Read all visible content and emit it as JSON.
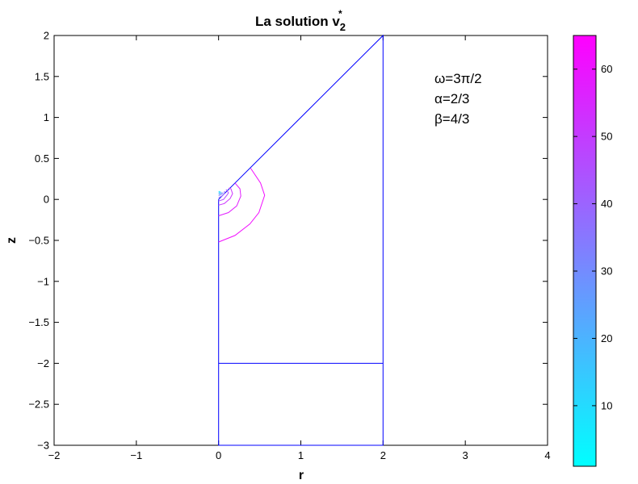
{
  "chart_data": {
    "type": "contour",
    "title": {
      "main": "La solution v",
      "sub": "2",
      "sup": "*"
    },
    "xlabel": "r",
    "ylabel": "z",
    "xlim": [
      -2,
      4
    ],
    "ylim": [
      -3,
      2
    ],
    "xticks": [
      -2,
      -1,
      0,
      1,
      2,
      3,
      4
    ],
    "yticks": [
      -3,
      -2.5,
      -2,
      -1.5,
      -1,
      -0.5,
      0,
      0.5,
      1,
      1.5,
      2
    ],
    "tick_labels_x": [
      "−2",
      "−1",
      "0",
      "1",
      "2",
      "3",
      "4"
    ],
    "tick_labels_y": [
      "−3",
      "−2.5",
      "−2",
      "−1.5",
      "−1",
      "−0.5",
      "0",
      "0.5",
      "1",
      "1.5",
      "2"
    ],
    "grid": false,
    "annotations": [
      "ω=3π/2",
      "α=2/3",
      "β=4/3"
    ],
    "annotation_position": "top-right",
    "domain": {
      "boundary": [
        [
          0,
          0
        ],
        [
          2,
          2
        ],
        [
          2,
          -3
        ],
        [
          0,
          -3
        ],
        [
          0,
          0
        ]
      ],
      "line": [
        [
          0,
          -2
        ],
        [
          2,
          -2
        ]
      ],
      "color": "#0000ff"
    },
    "contours": [
      {
        "level": 60,
        "color": "#f20dff",
        "points": [
          [
            0,
            -0.52
          ],
          [
            0.2,
            -0.44
          ],
          [
            0.38,
            -0.3
          ],
          [
            0.49,
            -0.16
          ],
          [
            0.56,
            0.05
          ],
          [
            0.51,
            0.2
          ],
          [
            0.39,
            0.38
          ]
        ]
      },
      {
        "level": 54,
        "color": "#e11eff",
        "points": [
          [
            0,
            -0.2
          ],
          [
            0.12,
            -0.16
          ],
          [
            0.22,
            -0.08
          ],
          [
            0.27,
            0.04
          ],
          [
            0.26,
            0.13
          ],
          [
            0.2,
            0.2
          ]
        ]
      },
      {
        "level": 48,
        "color": "#cc33ff",
        "points": [
          [
            0,
            -0.07
          ],
          [
            0.07,
            -0.05
          ],
          [
            0.14,
            0.01
          ],
          [
            0.17,
            0.07
          ],
          [
            0.15,
            0.13
          ],
          [
            0.125,
            0.14
          ]
        ]
      },
      {
        "level": 42,
        "color": "#b44bff",
        "points": [
          [
            0,
            -0.02
          ],
          [
            0.06,
            0.0
          ],
          [
            0.1,
            0.05
          ],
          [
            0.12,
            0.08
          ],
          [
            0.1,
            0.11
          ],
          [
            0.09,
            0.12
          ]
        ]
      },
      {
        "level": 36,
        "color": "#9966ff",
        "points": [
          [
            0,
            0.02
          ],
          [
            0.04,
            0.04
          ],
          [
            0.07,
            0.07
          ],
          [
            0.075,
            0.09
          ],
          [
            0.07,
            0.1
          ]
        ]
      },
      {
        "level": 30,
        "color": "#7c83ff",
        "points": [
          [
            0,
            0.045
          ],
          [
            0.03,
            0.06
          ],
          [
            0.05,
            0.075
          ],
          [
            0.055,
            0.085
          ]
        ]
      },
      {
        "level": 22,
        "color": "#5aa5ff",
        "points": [
          [
            0,
            0.065
          ],
          [
            0.02,
            0.072
          ],
          [
            0.035,
            0.08
          ],
          [
            0.04,
            0.085
          ]
        ]
      },
      {
        "level": 14,
        "color": "#36c9ff",
        "points": [
          [
            0,
            0.08
          ],
          [
            0.012,
            0.083
          ],
          [
            0.022,
            0.09
          ],
          [
            0.026,
            0.095
          ]
        ]
      },
      {
        "level": 6,
        "color": "#17e8ff",
        "points": [
          [
            0,
            0.09
          ],
          [
            0.008,
            0.095
          ],
          [
            0.015,
            0.1
          ]
        ]
      }
    ],
    "colorbar": {
      "min": 1,
      "max": 65,
      "ticks": [
        10,
        20,
        30,
        40,
        50,
        60
      ],
      "tick_labels": [
        "10",
        "20",
        "30",
        "40",
        "50",
        "60"
      ],
      "colormap": "cool",
      "color_low": "#00ffff",
      "color_high": "#ff00ff"
    }
  }
}
